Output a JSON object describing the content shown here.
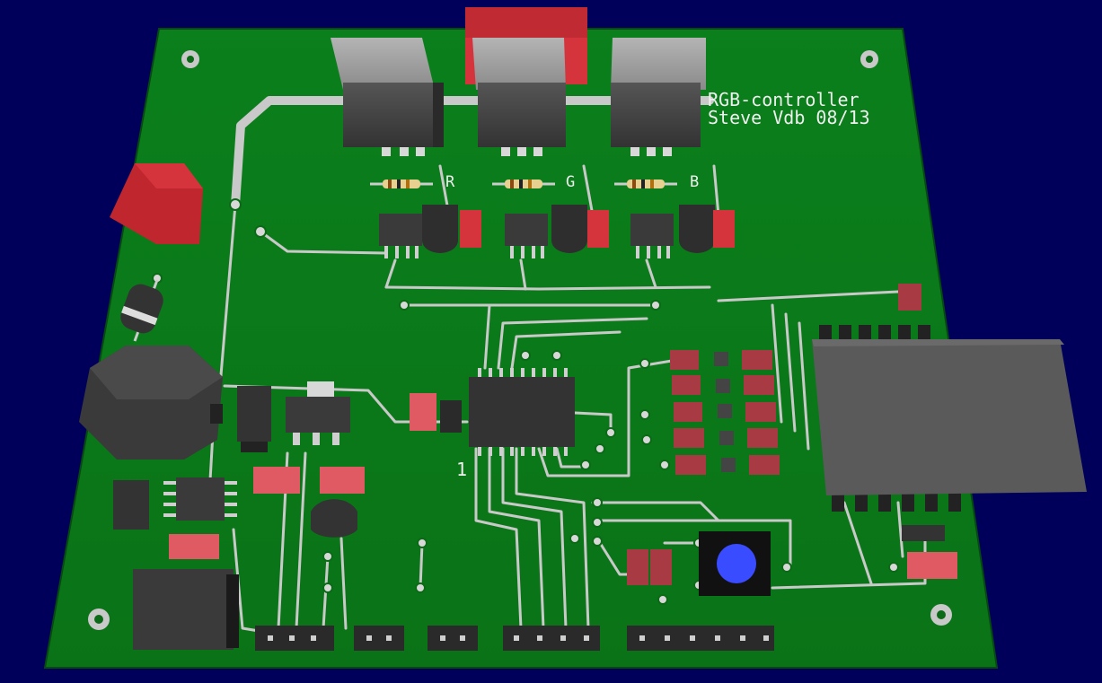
{
  "board": {
    "title_line1": "RGB-controller",
    "title_line2": "Steve Vdb 08/13",
    "channel_r": "R",
    "channel_g": "G",
    "channel_b": "B",
    "pin1_marker": "1"
  },
  "colors": {
    "background": "#00005a",
    "pcb": "#0a7a1a",
    "trace": "#c8c8c8",
    "red_component": "#d6343c",
    "ic_body": "#3a3a3a",
    "button_cap": "#3a4cff"
  }
}
